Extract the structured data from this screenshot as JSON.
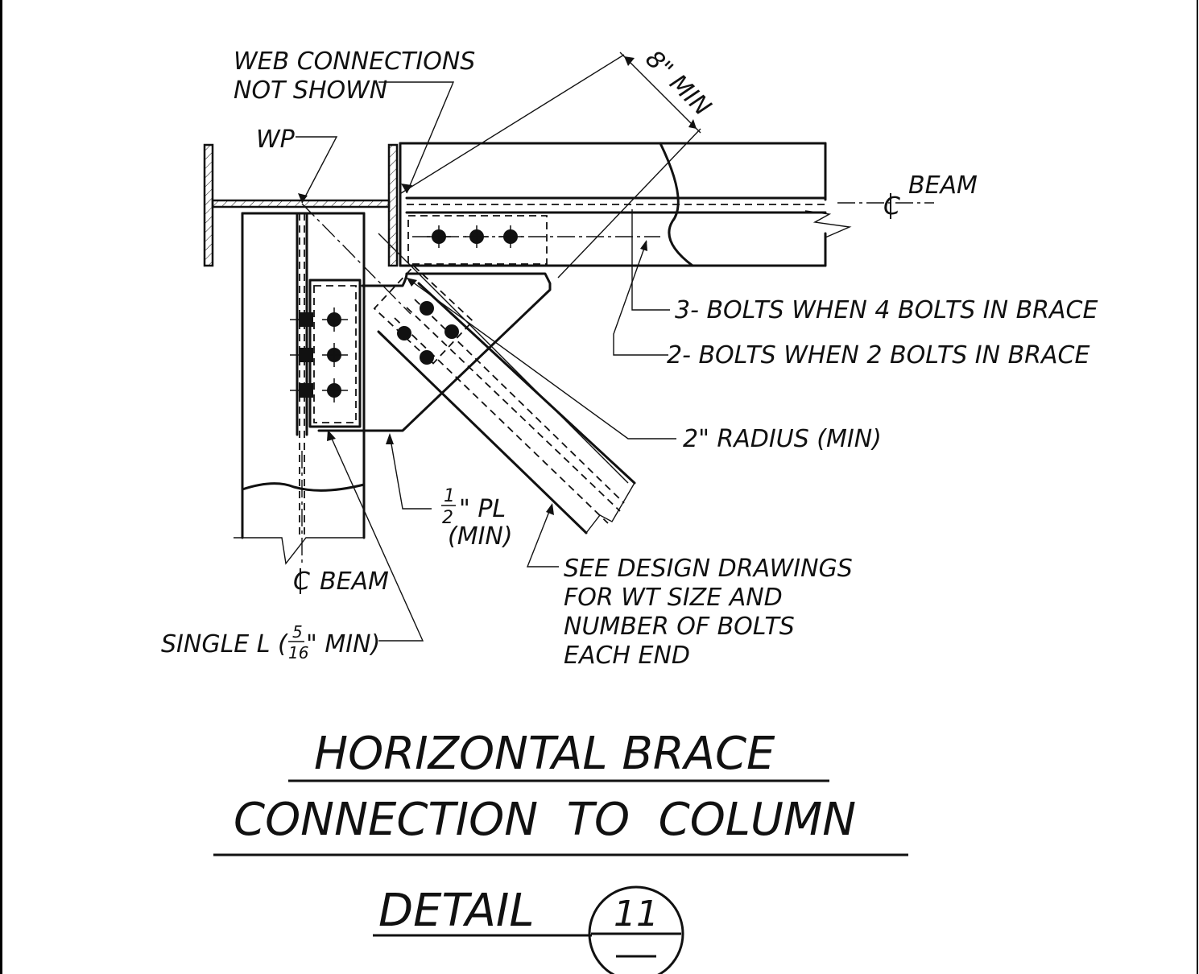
{
  "labels": {
    "web_connections_line1": "WEB CONNECTIONS",
    "web_connections_line2": "NOT SHOWN",
    "wp": "WP",
    "min_spacing": "8\" MIN",
    "beam_centerline_top": "BEAM",
    "beam_centerline_bottom": "BEAM",
    "bolts_4": "3- BOLTS WHEN 4 BOLTS IN BRACE",
    "bolts_2": "2- BOLTS WHEN 2 BOLTS IN BRACE",
    "radius": "2\" RADIUS (MIN)",
    "plate_num": "1",
    "plate_den": "2",
    "plate_suffix": "\" PL",
    "plate_min": "(MIN)",
    "angle_prefix": "SINGLE L (",
    "angle_num": "5",
    "angle_den": "16",
    "angle_suffix": "\" MIN)",
    "see_design_1": "SEE DESIGN DRAWINGS",
    "see_design_2": "FOR WT SIZE AND",
    "see_design_3": "NUMBER OF BOLTS",
    "see_design_4": "EACH END"
  },
  "title": {
    "line1": "HORIZONTAL BRACE",
    "line2": "CONNECTION  TO  COLUMN",
    "line3": "DETAIL",
    "detail_number": "11"
  }
}
